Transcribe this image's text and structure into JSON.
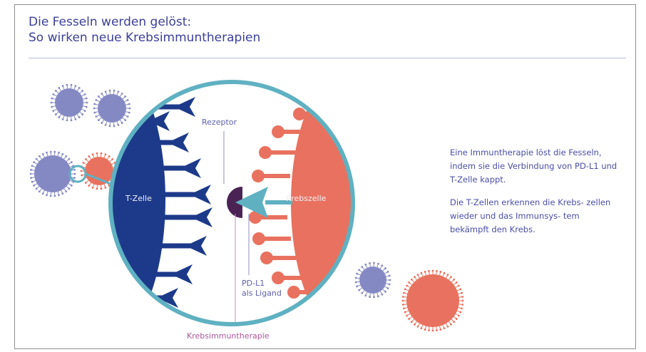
{
  "title": {
    "line1": "Die Fesseln werden gelöst:",
    "line2": "So wirken neue Krebsimmuntherapien"
  },
  "labels": {
    "rezeptor": "Rezeptor",
    "t_zelle": "T-Zelle",
    "krebszelle": "Krebszelle",
    "pdl1_line1": "PD-L1",
    "pdl1_line2": "als Ligand",
    "therapy": "Krebsimmuntherapie"
  },
  "description": {
    "p1": "Eine Immuntherapie löst die Fesseln, indem sie die Verbindung von PD-L1 und T-Zelle kappt.",
    "p2": "Die T-Zellen erkennen die Krebs- zellen wieder und das Immunsys- tem bekämpft den Krebs."
  },
  "colors": {
    "t_cell": "#1d3a8a",
    "cancer_cell": "#e8725f",
    "lens_ring": "#5fb1c1",
    "ligand": "#4a2354",
    "virus_blue": "#8589c3",
    "title": "#3c3f99"
  }
}
